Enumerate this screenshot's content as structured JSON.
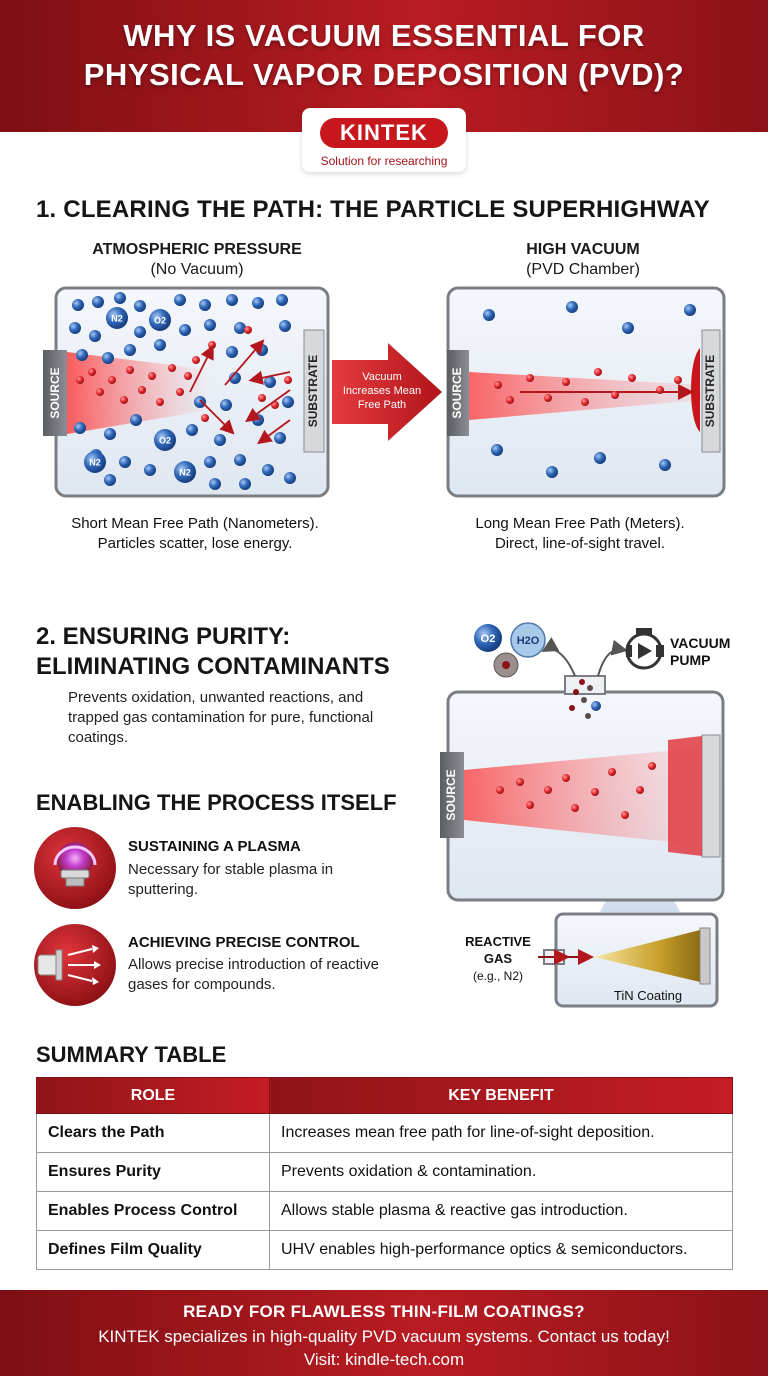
{
  "header": {
    "title_line1": "WHY IS VACUUM ESSENTIAL FOR",
    "title_line2": "PHYSICAL VAPOR DEPOSITION (PVD)?",
    "logo_text": "KINTEK",
    "logo_tagline": "Solution for researching"
  },
  "section1": {
    "title": "1. CLEARING THE PATH: THE PARTICLE SUPERHIGHWAY",
    "left_panel": {
      "heading": "ATMOSPHERIC PRESSURE",
      "subheading": "(No Vacuum)",
      "source_label": "SOURCE",
      "substrate_label": "SUBSTRATE",
      "molecules": [
        "N2",
        "O2",
        "O2",
        "N2",
        "N2"
      ],
      "caption_line1": "Short Mean Free Path (Nanometers).",
      "caption_line2": "Particles scatter, lose energy."
    },
    "arrow": {
      "line1": "Vacuum",
      "line2": "Increases Mean",
      "line3": "Free Path"
    },
    "right_panel": {
      "heading": "HIGH VACUUM",
      "subheading": "(PVD Chamber)",
      "source_label": "SOURCE",
      "substrate_label": "SUBSTRATE",
      "caption_line1": "Long Mean Free Path (Meters).",
      "caption_line2": "Direct, line-of-sight travel."
    }
  },
  "section2": {
    "title_line1": "2. ENSURING PURITY:",
    "title_line2": "ELIMINATING CONTAMINANTS",
    "description": "Prevents oxidation, unwanted reactions, and trapped gas contamination for pure, functional coatings.",
    "pump_label_line1": "VACUUM",
    "pump_label_line2": "PUMP",
    "molecule_o2": "O2",
    "molecule_h2o": "H2O",
    "source_label": "SOURCE",
    "reactive_gas_line1": "REACTIVE",
    "reactive_gas_line2": "GAS",
    "reactive_gas_line3": "(e.g., N2)",
    "coating_label": "TiN Coating"
  },
  "section3": {
    "title": "ENABLING THE PROCESS ITSELF",
    "features": [
      {
        "title": "SUSTAINING A PLASMA",
        "description": "Necessary for stable plasma in sputtering.",
        "icon": "plasma-icon"
      },
      {
        "title": "ACHIEVING PRECISE CONTROL",
        "description": "Allows precise introduction of reactive gases for compounds.",
        "icon": "gas-flow-icon"
      }
    ]
  },
  "summary": {
    "title": "SUMMARY TABLE",
    "headers": [
      "ROLE",
      "KEY BENEFIT"
    ],
    "rows": [
      [
        "Clears the Path",
        "Increases mean free path for line-of-sight deposition."
      ],
      [
        "Ensures Purity",
        "Prevents oxidation & contamination."
      ],
      [
        "Enables Process Control",
        "Allows stable plasma & reactive gas introduction."
      ],
      [
        "Defines Film Quality",
        "UHV enables high-performance optics & semiconductors."
      ]
    ]
  },
  "footer": {
    "headline": "READY FOR FLAWLESS THIN-FILM COATINGS?",
    "line1": "KINTEK specializes in high-quality PVD vacuum systems. Contact us today!",
    "line2": "Visit: kindle-tech.com"
  },
  "colors": {
    "brand_red": "#c8161d",
    "dark_red": "#7e0f14",
    "molecule_blue": "#2f66b8",
    "particle_red": "#e0262c",
    "coating_gold": "#c9a12c"
  }
}
